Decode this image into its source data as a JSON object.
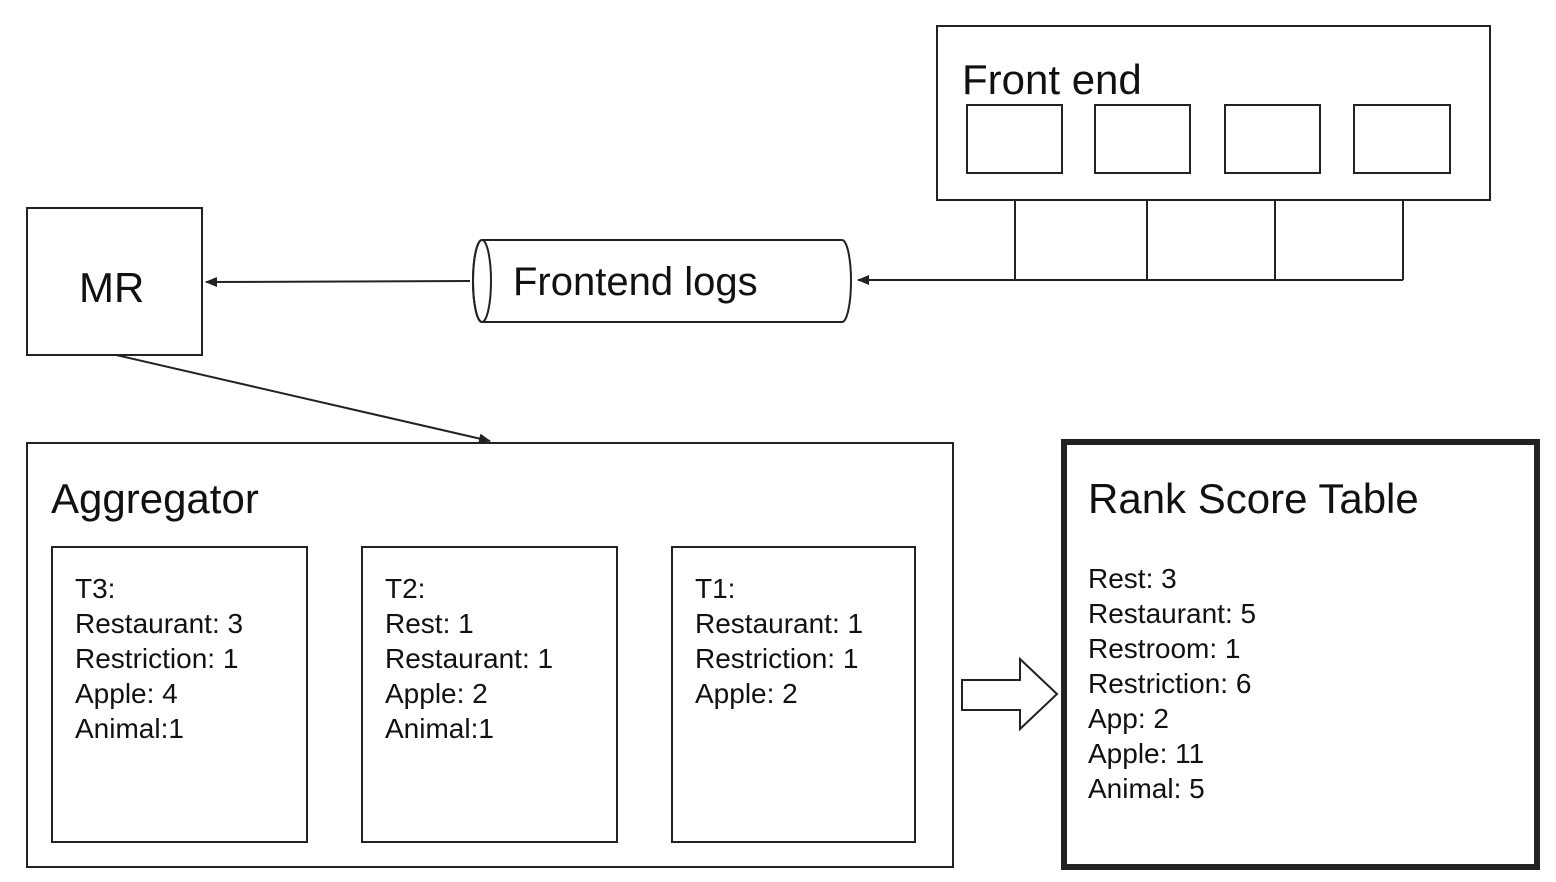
{
  "frontend": {
    "title": "Front end"
  },
  "mr": {
    "label": "MR"
  },
  "logs": {
    "label": "Frontend logs"
  },
  "aggregator": {
    "title": "Aggregator",
    "tables": [
      {
        "header": "T3:",
        "rows": [
          "Restaurant: 3",
          "Restriction: 1",
          "Apple: 4",
          "Animal:1"
        ]
      },
      {
        "header": "T2:",
        "rows": [
          "Rest: 1",
          "Restaurant: 1",
          "Apple: 2",
          "Animal:1"
        ]
      },
      {
        "header": "T1:",
        "rows": [
          "Restaurant: 1",
          "Restriction: 1",
          "Apple: 2"
        ]
      }
    ]
  },
  "rank": {
    "title": "Rank Score Table",
    "rows": [
      "Rest: 3",
      "Restaurant: 5",
      "Restroom: 1",
      "Restriction: 6",
      "App: 2",
      "Apple: 11",
      "Animal: 5"
    ]
  }
}
